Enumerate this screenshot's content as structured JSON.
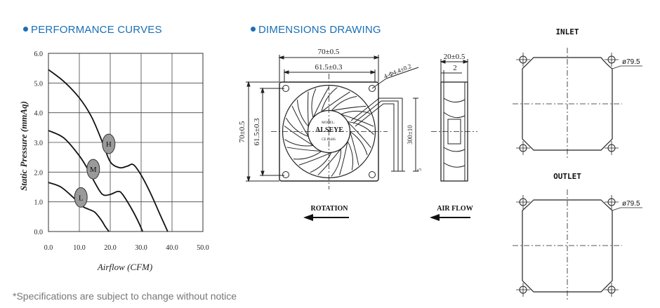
{
  "sections": {
    "performance_title": "PERFORMANCE CURVES",
    "dimensions_title": "DIMENSIONS DRAWING"
  },
  "note": "*Specifications are subject to change without notice",
  "chart_data": {
    "type": "line",
    "xlabel": "Airflow (CFM)",
    "ylabel": "Static Pressure (mmAq)",
    "xlim": [
      0,
      50
    ],
    "ylim": [
      0,
      6
    ],
    "xticks": [
      "0.0",
      "10.0",
      "20.0",
      "30.0",
      "40.0",
      "50.0"
    ],
    "yticks": [
      "0.0",
      "1.0",
      "2.0",
      "3.0",
      "4.0",
      "5.0",
      "6.0"
    ],
    "grid": true,
    "series": [
      {
        "name": "H",
        "points": [
          [
            0,
            5.45
          ],
          [
            5,
            5.05
          ],
          [
            10,
            4.5
          ],
          [
            14,
            3.85
          ],
          [
            17.5,
            3.0
          ],
          [
            20,
            2.35
          ],
          [
            23,
            2.15
          ],
          [
            25.5,
            2.2
          ],
          [
            27.5,
            2.25
          ],
          [
            30,
            1.9
          ],
          [
            33,
            1.3
          ],
          [
            36,
            0.6
          ],
          [
            38.6,
            0.0
          ]
        ]
      },
      {
        "name": "M",
        "points": [
          [
            0,
            3.4
          ],
          [
            5,
            3.15
          ],
          [
            10,
            2.55
          ],
          [
            13,
            2.05
          ],
          [
            15,
            1.65
          ],
          [
            17.5,
            1.25
          ],
          [
            20,
            1.25
          ],
          [
            22.5,
            1.35
          ],
          [
            24,
            1.25
          ],
          [
            27,
            0.75
          ],
          [
            29,
            0.35
          ],
          [
            30.5,
            0.0
          ]
        ]
      },
      {
        "name": "L",
        "points": [
          [
            0,
            1.65
          ],
          [
            4,
            1.5
          ],
          [
            8,
            1.15
          ],
          [
            11,
            0.85
          ],
          [
            13,
            0.75
          ],
          [
            15,
            0.65
          ],
          [
            17,
            0.4
          ],
          [
            18.5,
            0.15
          ],
          [
            19.6,
            0.0
          ]
        ]
      }
    ]
  },
  "dims": {
    "outer_width": "70±0.5",
    "hole_spacing": "61.5±0.3",
    "hole_callout": "4-Φ4.4±0.2",
    "outer_height": "70±0.5",
    "hole_spacing_v": "61.5±0.3",
    "thickness": "20±0.5",
    "flange": "2",
    "lead_length": "300±10",
    "lead_end": "5",
    "label_brand": "ALSEYE",
    "label_model": "MODEL:",
    "label_cert": "CE  RoHS",
    "rotation": "ROTATION",
    "airflow": "AIR FLOW",
    "inlet": "INLET",
    "outlet": "OUTLET",
    "inlet_dia": "ø79.5",
    "outlet_dia": "ø79.5"
  }
}
